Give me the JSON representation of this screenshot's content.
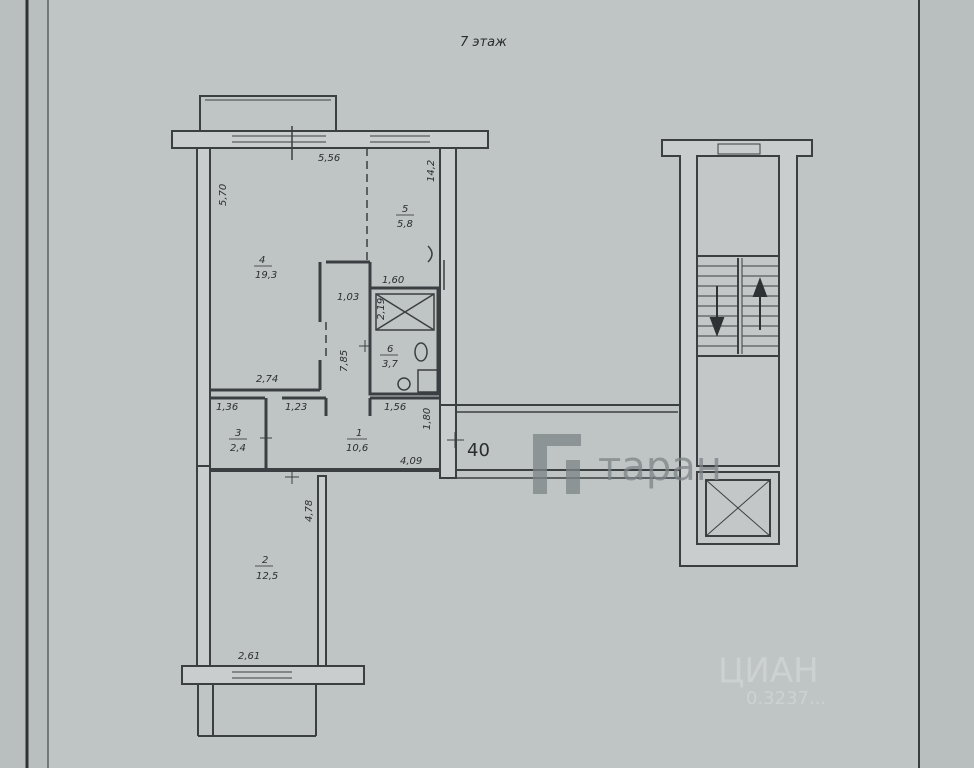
{
  "page": {
    "floor_label": "7 этаж"
  },
  "colors": {
    "paper": "#bcc1c2",
    "wall": "#3b3f42",
    "wall_fill": "#c9cdce",
    "text": "#2a2d30",
    "watermark": "#7d8487"
  },
  "rooms": [
    {
      "number": "4",
      "area": "19,3"
    },
    {
      "number": "5",
      "area": "5,8"
    },
    {
      "number": "6",
      "area": "3,7"
    },
    {
      "number": "3",
      "area": "2,4"
    },
    {
      "number": "1",
      "area": "10,6"
    },
    {
      "number": "2",
      "area": "12,5"
    }
  ],
  "dimensions": {
    "d_556": "5,56",
    "d_142": "14,2",
    "d_570": "5,70",
    "d_160": "1,60",
    "d_103": "1,03",
    "d_219": "2,19",
    "d_785": "7,85",
    "d_274": "2,74",
    "d_136": "1,36",
    "d_123": "1,23",
    "d_156": "1,56",
    "d_180": "1,80",
    "d_409": "4,09",
    "d_478": "4,78",
    "d_261": "2,61"
  },
  "corridor_label": "40",
  "watermark": {
    "brand": "таран",
    "logo_letter": "T",
    "site": "ЦИАН",
    "code": "0.3237..."
  }
}
